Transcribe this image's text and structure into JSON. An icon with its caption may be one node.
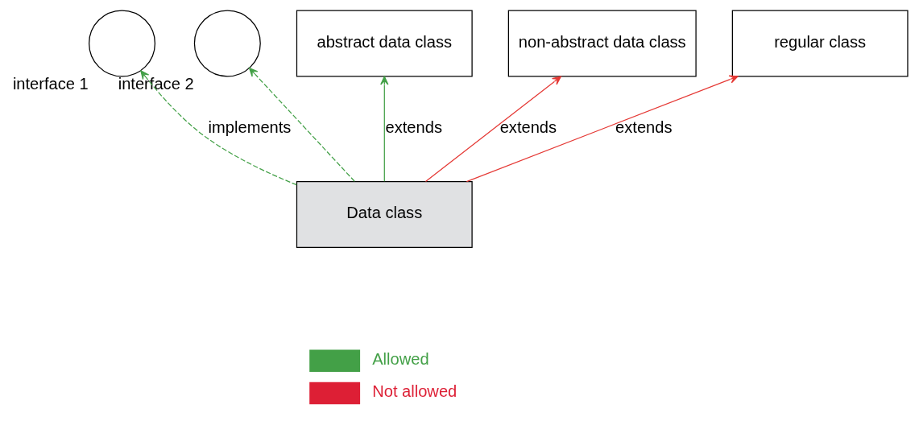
{
  "diagram": {
    "nodes": [
      {
        "text": [
          "interface 1"
        ]
      },
      {
        "text": [
          "interface 2"
        ]
      },
      {
        "text": [
          "abstract data class"
        ]
      },
      {
        "text": [
          "non-abstract data class"
        ]
      },
      {
        "text": [
          "regular class"
        ]
      },
      {
        "text": [
          "Data class"
        ]
      }
    ],
    "edges": [
      {
        "from": 5,
        "to": 0,
        "arrow": "to",
        "label": "implements",
        "style": "dashed",
        "color": "#43a047"
      },
      {
        "from": 5,
        "to": 1,
        "arrow": "to",
        "style": "dashed",
        "color": "#43a047"
      },
      {
        "from": 5,
        "to": 2,
        "arrow": "to",
        "label": "extends",
        "color": "#43a047"
      },
      {
        "from": 5,
        "to": 3,
        "arrow": "to",
        "label": "extends",
        "color": "#e53935"
      },
      {
        "from": 5,
        "to": 4,
        "arrow": "to",
        "label": "extends",
        "color": "#e53935"
      }
    ],
    "legend": [
      {
        "text": "Allowed",
        "color": "#43a047"
      },
      {
        "text": "Not allowed",
        "color": "#dd1f35"
      }
    ]
  }
}
